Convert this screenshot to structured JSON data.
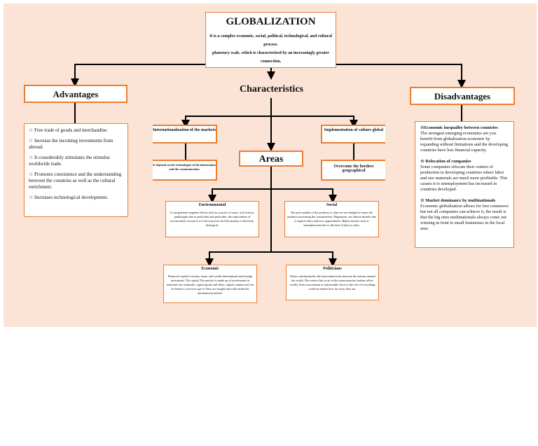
{
  "title": "GLOBALIZATION",
  "intro": {
    "line1": "It is a complex economic, social, political, technological, and cultural process.",
    "line2": "planetary scale, which is characterized by an increasingly greater connection,"
  },
  "advantages": {
    "heading": "Advantages",
    "items": [
      "☆ Free trade of goods and merchandise.",
      "☆ Increase the incoming investments from abroad.",
      "☆ It considerably stimulates the stimulus worldwide trade.",
      "☆ Promotes coexistence and the understanding between the countries as well as the cultural enrichment.",
      "☆ Increases technological development."
    ]
  },
  "characteristics": {
    "heading": "Characteristics",
    "left_label": "Internationalization of the markets",
    "left_sub": "It depends on the technologies of the information and the communication",
    "right_label": "Implementation of culture global",
    "right_sub": "Overcome the borders geographical"
  },
  "areas": {
    "heading": "Areas",
    "environmental": {
      "title": "Environmental",
      "body": "It can generate negative effects such as scarcity of water, soil erosion, pathologies due to pesticides and pesticides, the exploitation of inconvenient resources to food resources and devastation of diversity. biological."
    },
    "social": {
      "title": "Social",
      "body": "The poor quality of the products is what we are obliged to renew the products increasing the consumerism. Migrations: are almost entirely due to aspects labor and new opportunities. Repercussions such as unemployment due to the lack of jobs in cities."
    },
    "economic": {
      "title": "Economic",
      "body": "Financial capital is money, loans, and credits international and foreign investment. The capital The product is made up of investments in materials raw materials, capital goods and labor. capital commercial can be finance y services que se They are bought and sold within the international market."
    },
    "politicians": {
      "title": "Politicians",
      "body": "Allows and intensifies the interconnections between the nations around the world. The events that occur in the interconnected nations affect swiftly from a movement or unfavorable force to the rest of everything world no matter how far away they are."
    }
  },
  "disadvantages": {
    "heading": "Disadvantages",
    "sections": [
      {
        "title": "☆Economic inequality between countries",
        "body": "The strongest emerging economies are you benefit from globalization economic by expanding without limitations and the developing countries have less financial capacity."
      },
      {
        "title": "☆ Relocation of companies",
        "body": "Some companies relocate their centers of production to developing countries where labor and raw materials are much more profitable. This causes it to unemployment has increased in countries developed."
      },
      {
        "title": "☆ Market dominance by multinationals",
        "body": "Economic globalization allows for free commerce but not all companies can achieve it, the result is that the big ones multinationals always come out winning in front to small businesses in the local area."
      }
    ]
  },
  "colors": {
    "background": "#fbe4d6",
    "accent": "#ed7d31",
    "line": "#000000"
  }
}
